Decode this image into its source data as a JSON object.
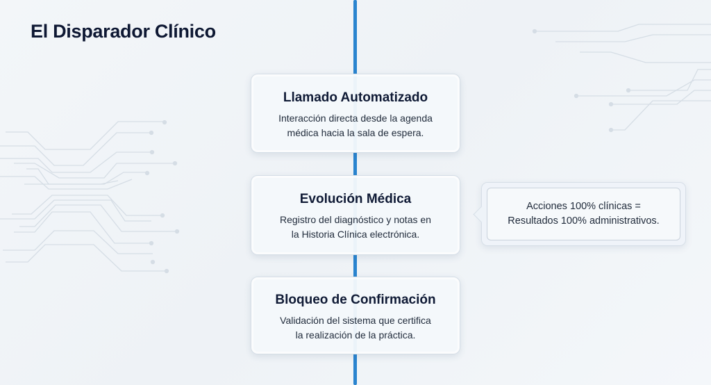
{
  "title": "El Disparador Clínico",
  "steps": [
    {
      "heading": "Llamado Automatizado",
      "line1": "Interacción directa desde la agenda",
      "line2": "médica hacia la sala de espera."
    },
    {
      "heading": "Evolución Médica",
      "line1": "Registro del diagnóstico y notas en",
      "line2": "la Historia Clínica electrónica."
    },
    {
      "heading": "Bloqueo de Confirmación",
      "line1": "Validación del sistema que certifica",
      "line2": "la realización de la práctica."
    }
  ],
  "callout": {
    "line1": "Acciones 100% clínicas =",
    "line2": "Resultados 100% administrativos."
  },
  "colors": {
    "accent": "#2a84cf",
    "title": "#0e1833"
  }
}
